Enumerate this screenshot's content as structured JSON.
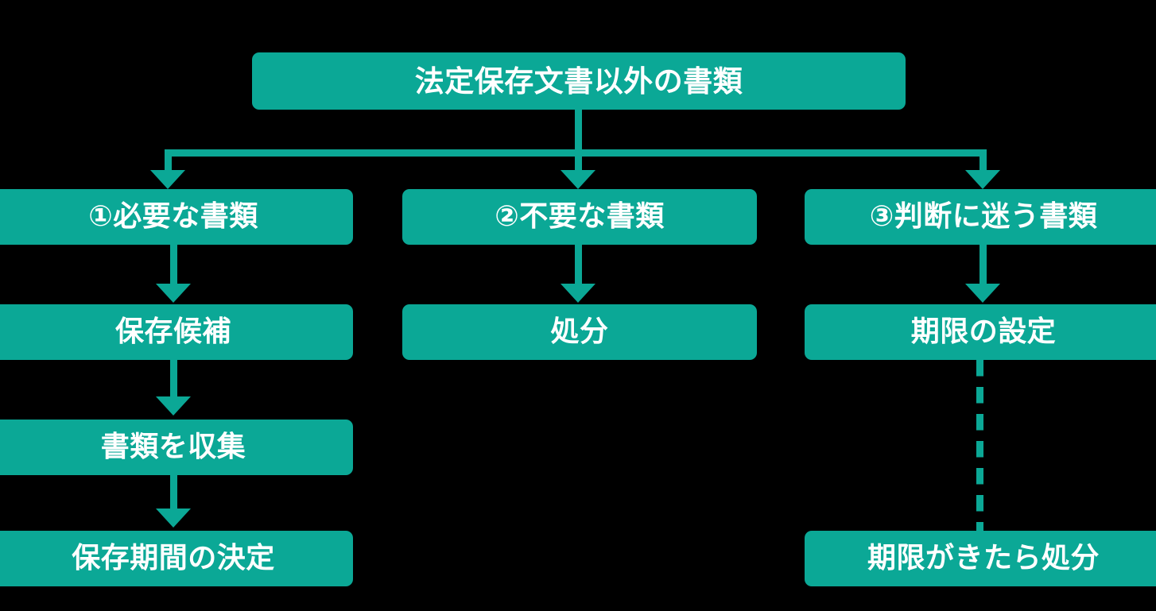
{
  "diagram": {
    "title_node": {
      "label": "法定保存文書以外の書類"
    },
    "accent_color": "#0BA896",
    "background_color": "#000000",
    "text_color": "#FFFFFF",
    "branches": [
      {
        "header": "①必要な書類",
        "steps": [
          "保存候補",
          "書類を収集",
          "保存期間の決定"
        ]
      },
      {
        "header": "②不要な書類",
        "steps": [
          "処分"
        ]
      },
      {
        "header": "③判断に迷う書類",
        "steps": [
          "期限の設定",
          "期限がきたら処分"
        ]
      }
    ],
    "nodes": {
      "root": "法定保存文書以外の書類",
      "col1_header": "①必要な書類",
      "col2_header": "②不要な書類",
      "col3_header": "③判断に迷う書類",
      "col1_step1": "保存候補",
      "col2_step1": "処分",
      "col3_step1": "期限の設定",
      "col1_step2": "書類を収集",
      "col1_step3": "保存期間の決定",
      "col3_step2": "期限がきたら処分"
    },
    "connector_styles": {
      "solid": "solid-arrow",
      "dashed": "dashed-no-arrow"
    }
  }
}
